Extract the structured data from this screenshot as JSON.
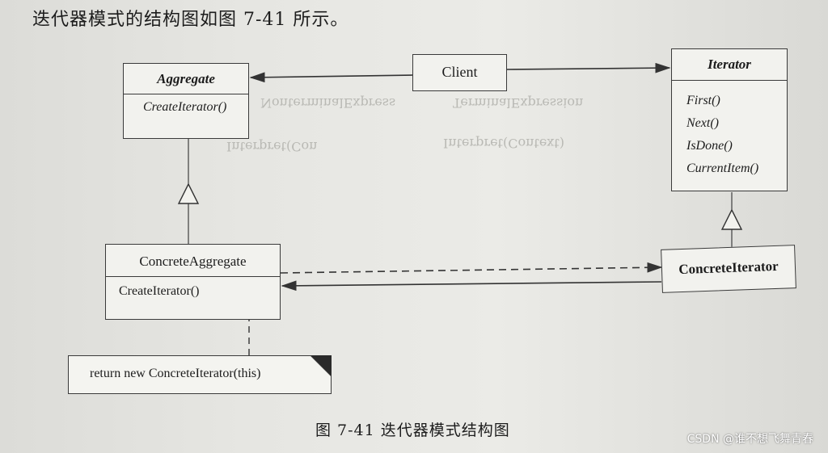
{
  "heading": "迭代器模式的结构图如图 7-41 所示。",
  "ghost_text": [
    "TerminalExpression",
    "NonterminalExpress",
    "Interpret(Context)",
    "Interpret(Con"
  ],
  "classes": {
    "aggregate": {
      "name": "Aggregate",
      "ops": [
        "CreateIterator()"
      ]
    },
    "client": {
      "name": "Client"
    },
    "iterator": {
      "name": "Iterator",
      "ops": [
        "First()",
        "Next()",
        "IsDone()",
        "CurrentItem()"
      ]
    },
    "concrete_aggregate": {
      "name": "ConcreteAggregate",
      "ops": [
        "CreateIterator()"
      ]
    },
    "concrete_iterator": {
      "name": "ConcreteIterator"
    }
  },
  "note": "return new ConcreteIterator(this)",
  "caption": "图 7-41    迭代器模式结构图",
  "watermark": "CSDN @谁不想飞舞青春",
  "colors": {
    "line": "#333333",
    "box_fill": "#f2f2ee"
  }
}
